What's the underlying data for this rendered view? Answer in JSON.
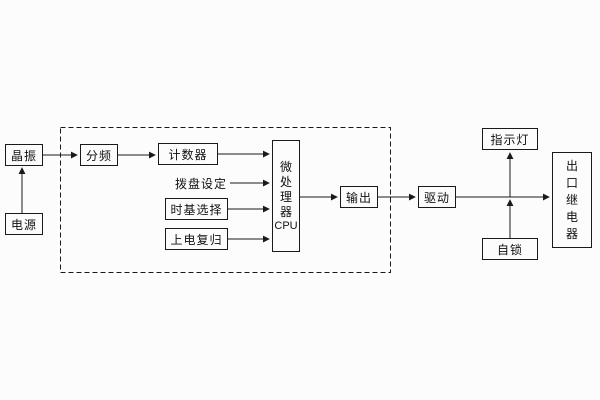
{
  "colors": {
    "line": "#1a1a1a",
    "background": "#fcfcfc",
    "box_border": "#1a1a1a"
  },
  "nodes": {
    "crystal": "晶振",
    "power": "电源",
    "divider": "分频",
    "counter": "计数器",
    "dial_setting": "拨盘设定",
    "timebase": "时基选择",
    "power_on_reset": "上电复归",
    "cpu_chars": [
      "微",
      "处",
      "理",
      "器",
      "CPU"
    ],
    "output": "输出",
    "drive": "驱动",
    "indicator": "指示灯",
    "self_lock": "自锁",
    "relay_chars": [
      "出",
      "口",
      "继",
      "电",
      "器"
    ]
  }
}
